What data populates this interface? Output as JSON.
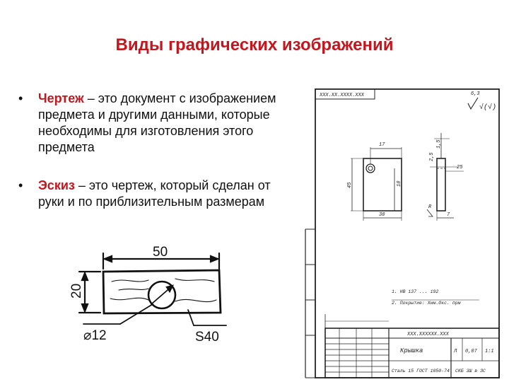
{
  "slide": {
    "title": "Виды графических изображений",
    "bullets": [
      {
        "term": "Чертеж",
        "text": " – это документ с изображением предмета и другими данными, которые необходимы для изготовления этого предмета"
      },
      {
        "term": "Эскиз",
        "text": " – это чертеж, который сделан от руки и по приблизительным размерам"
      }
    ],
    "bullet_symbol": "•"
  },
  "sketch": {
    "width_dim": "50",
    "height_dim": "20",
    "hole_dim": "⌀12",
    "material": "S40"
  },
  "drawing": {
    "stamp_top": "ХХХ.ХХ.ХХХХ.ХХХ",
    "roughness_top": "6,3",
    "roughness_sym": "√(√)",
    "tolerance_note": "√",
    "dim_top": "17",
    "dim_left": "10",
    "dim_height": "45",
    "dim_bottom": "30",
    "dim_thick_a": "2,5",
    "dim_thick_b": "1,5",
    "dim_side": "25",
    "dim_right": "7",
    "dim_r": "R",
    "note_1": "1. HB 137 ... 192",
    "note_2": "2. Покрытие: Хим.Окс. прм",
    "doc_code": "ХХХ.ХХХХХХ.ХХХ",
    "part_name": "Крышка",
    "material": "Сталь 15 ГОСТ 1050-74",
    "mass": "0,07",
    "scale": "1:1",
    "org": "СКБ 3Ш в ЗС",
    "litera": "Л"
  }
}
